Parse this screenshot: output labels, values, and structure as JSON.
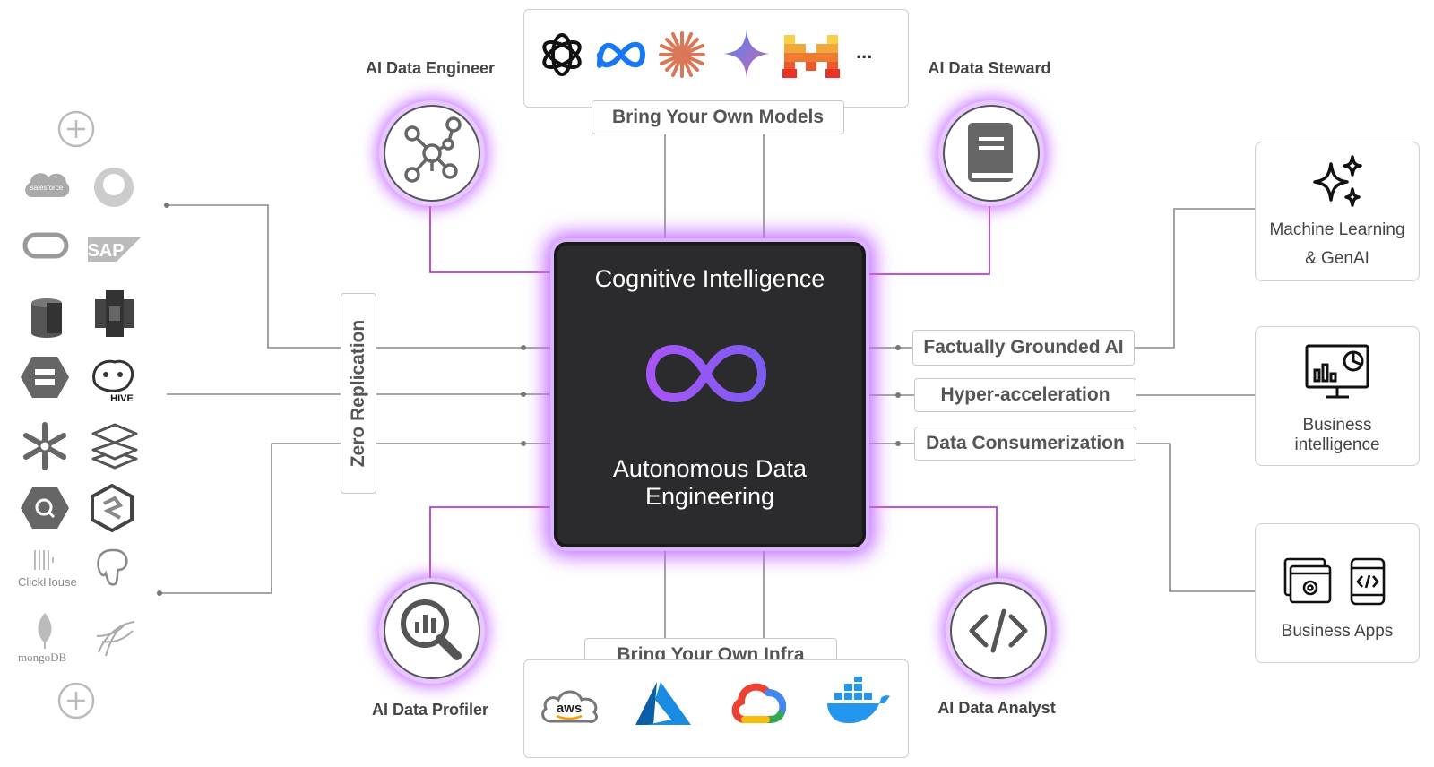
{
  "agents": {
    "engineer": "AI Data Engineer",
    "steward": "AI Data Steward",
    "profiler": "AI Data Profiler",
    "analyst": "AI Data Analyst"
  },
  "core": {
    "top_label": "Cognitive Intelligence",
    "bottom_label": "Autonomous Data Engineering"
  },
  "models": {
    "label": "Bring Your Own Models",
    "more": "...",
    "icons": [
      "openai-icon",
      "meta-icon",
      "claude-icon",
      "gemini-icon",
      "mistral-icon"
    ]
  },
  "infra": {
    "label": "Bring Your Own Infra",
    "aws_text": "aws",
    "icons": [
      "aws-icon",
      "azure-icon",
      "google-cloud-icon",
      "docker-icon"
    ]
  },
  "capabilities": [
    "Factually Grounded AI",
    "Hyper-acceleration",
    "Data Consumerization"
  ],
  "replication_label": "Zero Replication",
  "outputs": {
    "ml": {
      "line1": "Machine Learning",
      "line2": "& GenAI"
    },
    "bi": {
      "line1": "Business",
      "line2": "intelligence"
    },
    "apps": {
      "line1": "Business Apps"
    }
  },
  "sources": {
    "salesforce": "salesforce",
    "sap": "SAP",
    "hive": "HIVE",
    "clickhouse": "ClickHouse",
    "mongodb": "mongoDB"
  },
  "colors": {
    "accent": "#a855f7",
    "glow": "#c46cff",
    "core_bg": "#2b2b2d",
    "wire": "#8a8a8a",
    "purple_wire": "#b43cd9"
  }
}
